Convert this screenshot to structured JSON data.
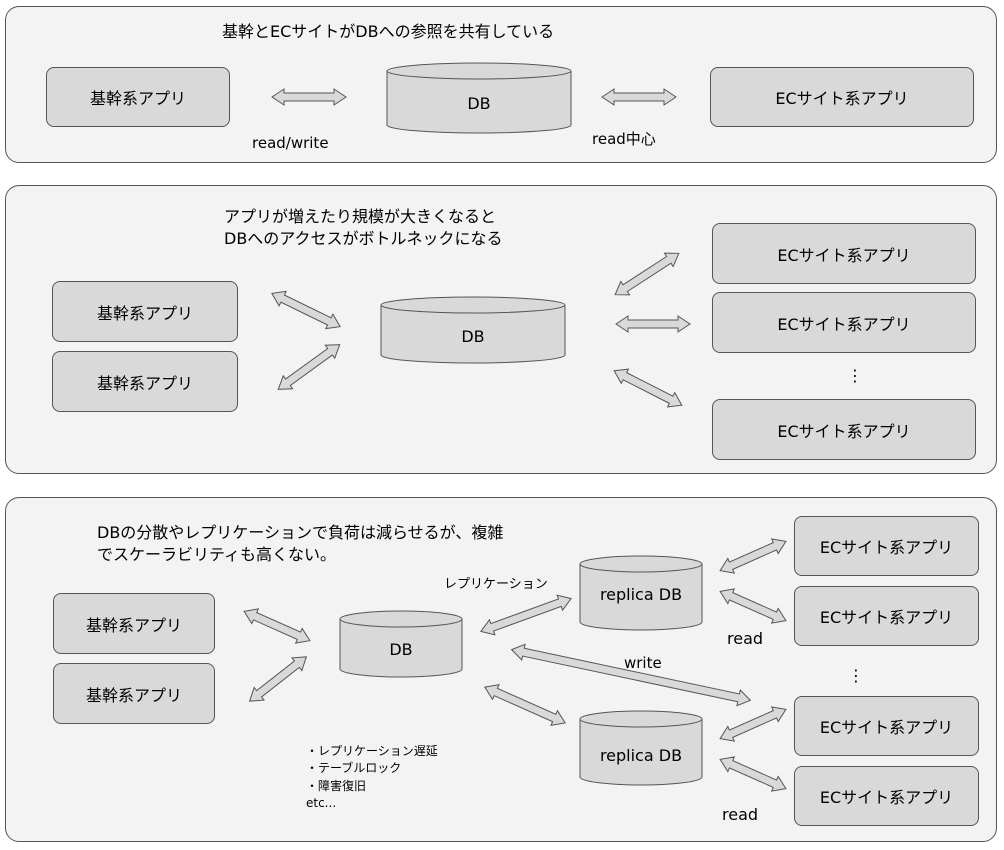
{
  "panel1": {
    "title": "基幹とECサイトがDBへの参照を共有している",
    "core_app": "基幹系アプリ",
    "db": "DB",
    "ec_app": "ECサイト系アプリ",
    "label_left": "read/write",
    "label_right": "read中心"
  },
  "panel2": {
    "title_line1": "アプリが増えたり規模が大きくなると",
    "title_line2": "DBへのアクセスがボトルネックになる",
    "core_apps": [
      "基幹系アプリ",
      "基幹系アプリ"
    ],
    "db": "DB",
    "ec_apps": [
      "ECサイト系アプリ",
      "ECサイト系アプリ",
      "ECサイト系アプリ"
    ],
    "ellipsis": "⋮"
  },
  "panel3": {
    "title_line1": "DBの分散やレプリケーションで負荷は減らせるが、複雑",
    "title_line2": "でスケーラビリティも高くない。",
    "core_apps": [
      "基幹系アプリ",
      "基幹系アプリ"
    ],
    "db": "DB",
    "replica_db_top": "replica DB",
    "replica_db_bottom": "replica DB",
    "replication_label": "レプリケーション",
    "write_label": "write",
    "read_label_top": "read",
    "read_label_bottom": "read",
    "ec_apps": [
      "ECサイト系アプリ",
      "ECサイト系アプリ",
      "ECサイト系アプリ",
      "ECサイト系アプリ"
    ],
    "ellipsis": "⋮",
    "issues": [
      "・レプリケーション遅延",
      "・テーブルロック",
      "・障害復旧",
      "etc..."
    ]
  }
}
